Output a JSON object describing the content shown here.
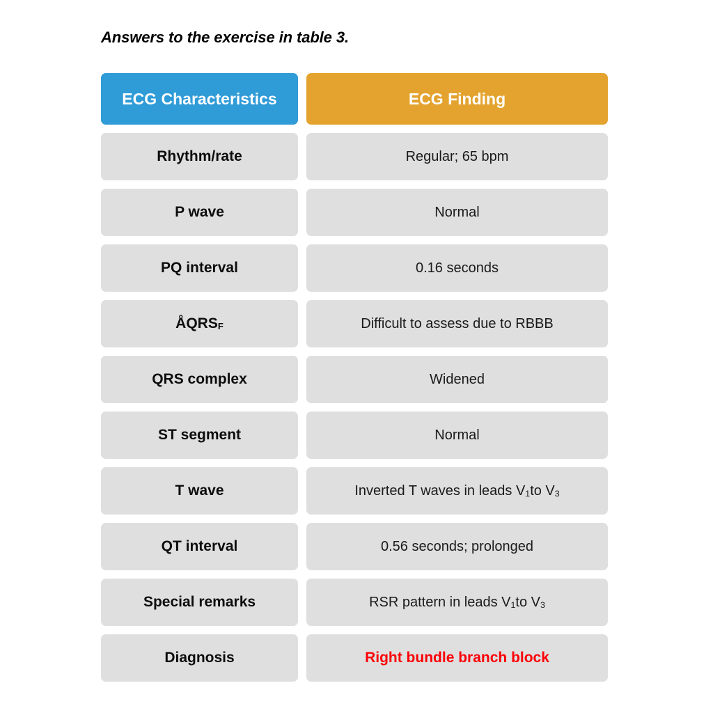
{
  "caption": "Answers to the exercise in table 3.",
  "colors": {
    "header_characteristics_bg": "#2f9bd7",
    "header_finding_bg": "#e3a32e",
    "cell_bg": "#dfdfdf",
    "page_bg": "#ffffff",
    "text": "#0d0d0d",
    "diagnosis_text": "#fb0007"
  },
  "table": {
    "headers": {
      "characteristics": "ECG Characteristics",
      "finding": "ECG Finding"
    },
    "rows": [
      {
        "label": "Rhythm/rate",
        "label_sub": "",
        "value": "Regular; 65 bpm",
        "emphasis": false
      },
      {
        "label": "P wave",
        "label_sub": "",
        "value": "Normal",
        "emphasis": false
      },
      {
        "label": "PQ interval",
        "label_sub": "",
        "value": "0.16 seconds",
        "emphasis": false
      },
      {
        "label": "ÅQRS",
        "label_sub": "F",
        "value": "Difficult to assess due to RBBB",
        "emphasis": false
      },
      {
        "label": "QRS complex",
        "label_sub": "",
        "value": "Widened",
        "emphasis": false
      },
      {
        "label": "ST segment",
        "label_sub": "",
        "value": "Normal",
        "emphasis": false
      },
      {
        "label": "T wave",
        "label_sub": "",
        "value": "Inverted T waves in leads V₁ to V₃",
        "value_parts": [
          "Inverted T waves in leads V",
          "1",
          " to V",
          "3"
        ],
        "emphasis": false
      },
      {
        "label": "QT interval",
        "label_sub": "",
        "value": "0.56 seconds; prolonged",
        "emphasis": false
      },
      {
        "label": "Special remarks",
        "label_sub": "",
        "value": "RSR pattern in leads V₁ to V₃",
        "value_parts": [
          "RSR pattern in leads V",
          "1",
          " to V",
          "3"
        ],
        "emphasis": false
      },
      {
        "label": "Diagnosis",
        "label_sub": "",
        "value": "Right bundle branch block",
        "emphasis": true
      }
    ]
  }
}
